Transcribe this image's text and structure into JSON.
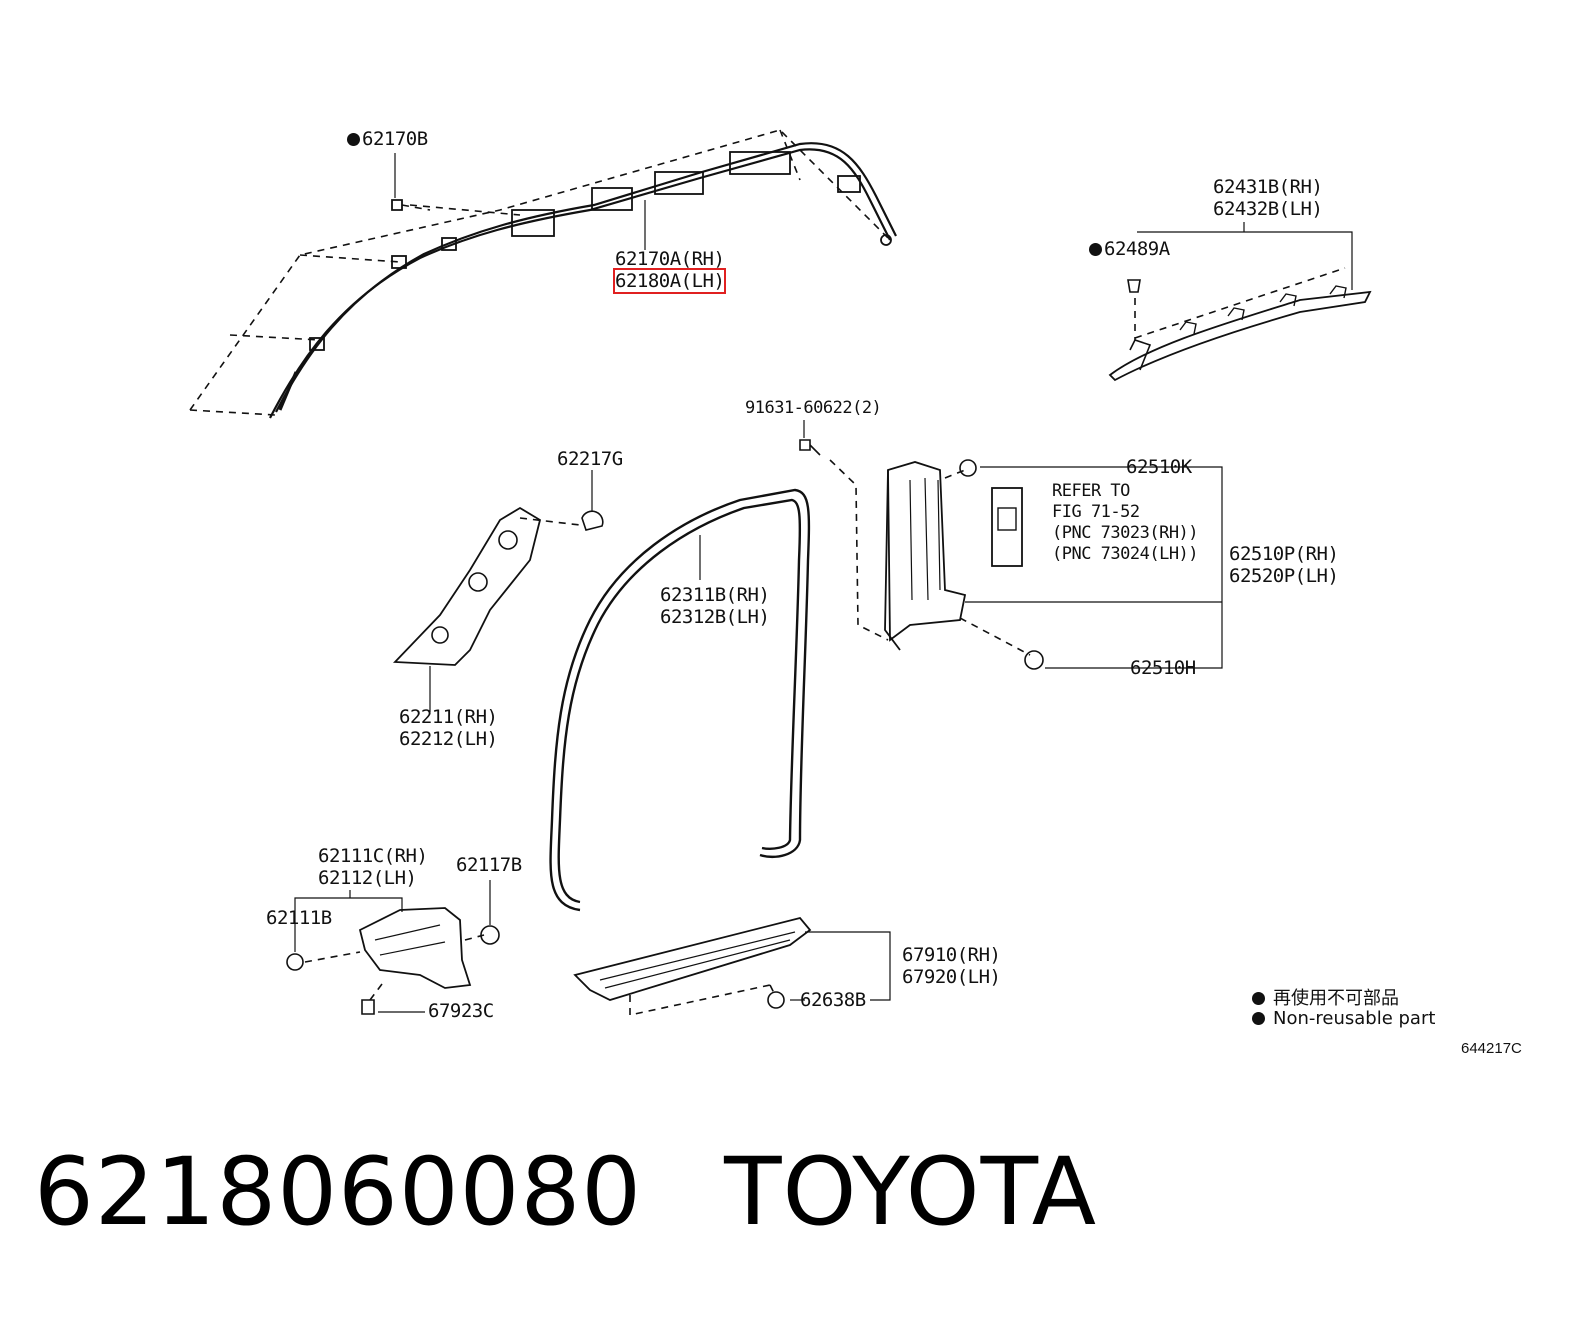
{
  "labels": {
    "p62170B": "62170B",
    "p62170A": "62170A(RH)",
    "p62180A": "62180A(LH)",
    "p62431B": "62431B(RH)",
    "p62432B": "62432B(LH)",
    "p62489A": "62489A",
    "p91631": "91631-60622(2)",
    "p62217G": "62217G",
    "p62510K": "62510K",
    "refer1": "REFER TO",
    "refer2": "FIG 71-52",
    "refer3": "(PNC 73023(RH))",
    "refer4": "(PNC 73024(LH))",
    "p62510P": "62510P(RH)",
    "p62520P": "62520P(LH)",
    "p62311B": "62311B(RH)",
    "p62312B": "62312B(LH)",
    "p62211": "62211(RH)",
    "p62212": "62212(LH)",
    "p62510H": "62510H",
    "p62111C": "62111C(RH)",
    "p62112": "62112(LH)",
    "p62117B": "62117B",
    "p62111B": "62111B",
    "p67923C": "67923C",
    "p67910": "67910(RH)",
    "p67920": "67920(LH)",
    "p62638B": "62638B"
  },
  "legend": {
    "cn": "再使用不可部品",
    "en": "Non-reusable part"
  },
  "illustration_code": "644217C",
  "footer": {
    "part_number": "6218060080",
    "brand": "TOYOTA"
  },
  "highlight_color": "#e02020"
}
